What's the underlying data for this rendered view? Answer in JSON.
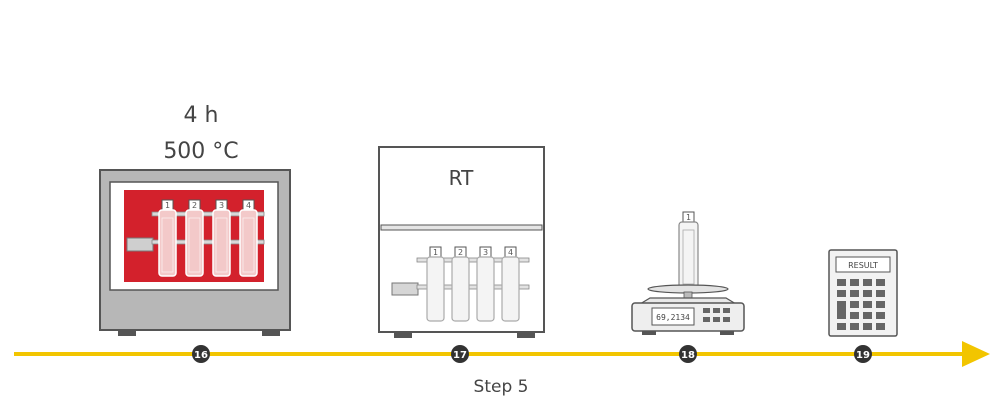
{
  "colors": {
    "timeline": "#f2c500",
    "furnace_red": "#d3212c",
    "grey_dark": "#555555",
    "grey_light": "#d6d6d6"
  },
  "furnace": {
    "time_label": "4 h",
    "temp_label": "500 °C",
    "tubes": [
      "1",
      "2",
      "3",
      "4"
    ]
  },
  "desiccator": {
    "label": "RT",
    "tubes": [
      "1",
      "2",
      "3",
      "4"
    ]
  },
  "balance": {
    "tube": "1",
    "display": "69,2134"
  },
  "calculator": {
    "label": "RESULT"
  },
  "timeline": {
    "steps": [
      "16",
      "17",
      "18",
      "19"
    ],
    "caption": "Step 5"
  }
}
